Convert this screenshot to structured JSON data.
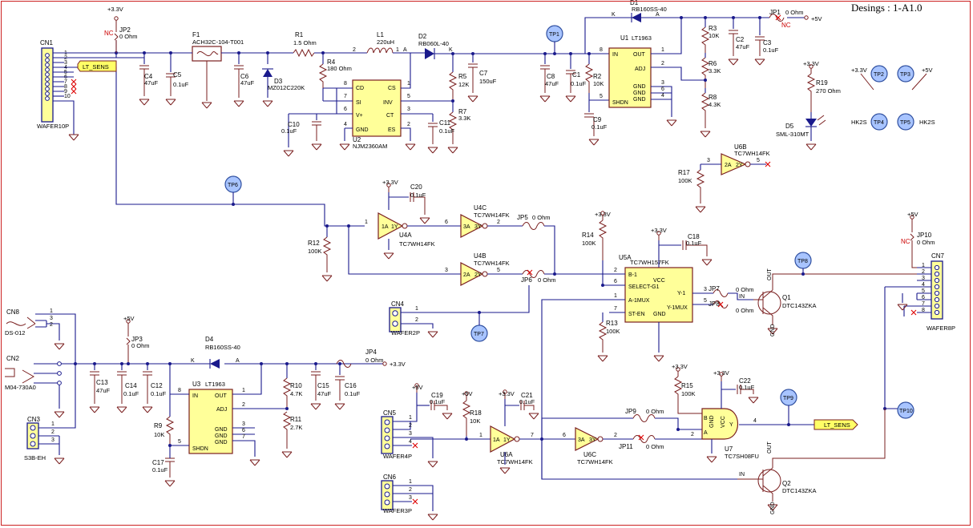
{
  "title": "Desings : 1-A1.0",
  "power": {
    "p33": "+3.3V",
    "p5": "+5V"
  },
  "nc": "NC",
  "net_label": "LT_SENS",
  "components": {
    "CN1": {
      "ref": "CN1",
      "value": "WAFER10P",
      "pins": [
        "1",
        "2",
        "3",
        "4",
        "5",
        "6",
        "7",
        "8",
        "9",
        "10"
      ]
    },
    "JP2": {
      "ref": "JP2",
      "value": "0 Ohm"
    },
    "F1": {
      "ref": "F1",
      "value": "ACH32C-104-T001"
    },
    "C4": {
      "ref": "C4",
      "value": "47uF"
    },
    "C5": {
      "ref": "C5",
      "value": "0.1uF"
    },
    "C6": {
      "ref": "C6",
      "value": "47uF"
    },
    "D3": {
      "ref": "D3",
      "value": "MZ012C220K"
    },
    "R1": {
      "ref": "R1",
      "value": "1.5 Ohm"
    },
    "R4": {
      "ref": "R4",
      "value": "180 Ohm"
    },
    "L1": {
      "ref": "L1",
      "value": "220uH"
    },
    "D2": {
      "ref": "D2",
      "value": "RB060L-40"
    },
    "R5": {
      "ref": "R5",
      "value": "12K"
    },
    "R7": {
      "ref": "R7",
      "value": "3.3K"
    },
    "C7": {
      "ref": "C7",
      "value": "150uF"
    },
    "C10": {
      "ref": "C10",
      "value": "0.1uF"
    },
    "C11": {
      "ref": "C11",
      "value": "0.1uF"
    },
    "U2": {
      "ref": "U2",
      "value": "NJM2360AM",
      "pins": [
        "CD",
        "CS",
        "SI",
        "INV",
        "V+",
        "CT",
        "GND",
        "ES"
      ]
    },
    "TP1": {
      "ref": "TP1"
    },
    "D1": {
      "ref": "D1",
      "value": "RB160SS-40"
    },
    "C8": {
      "ref": "C8",
      "value": "47uF"
    },
    "C1": {
      "ref": "C1",
      "value": "0.1uF"
    },
    "R2": {
      "ref": "R2",
      "value": "10K"
    },
    "C9": {
      "ref": "C9",
      "value": "0.1uF"
    },
    "U1": {
      "ref": "U1",
      "value": "LT1963",
      "pins": [
        "IN",
        "OUT",
        "ADJ",
        "GND",
        "GND",
        "GND",
        "SHDN"
      ]
    },
    "R3": {
      "ref": "R3",
      "value": "10K"
    },
    "R6": {
      "ref": "R6",
      "value": "3.3K"
    },
    "R8": {
      "ref": "R8",
      "value": "4.3K"
    },
    "JP1": {
      "ref": "JP1",
      "value": "0 Ohm"
    },
    "C2": {
      "ref": "C2",
      "value": "47uF"
    },
    "C3": {
      "ref": "C3",
      "value": "0.1uF"
    },
    "R19": {
      "ref": "R19",
      "value": "270 Ohm"
    },
    "D5": {
      "ref": "D5",
      "value": "SML-310MT"
    },
    "TP2": {
      "ref": "TP2"
    },
    "TP3": {
      "ref": "TP3"
    },
    "TP4": {
      "ref": "TP4"
    },
    "TP5": {
      "ref": "TP5"
    },
    "HK2S": "HK2S",
    "U6B": {
      "ref": "U6B",
      "value": "TC7WH14FK",
      "pins": [
        "2A",
        "2Y"
      ]
    },
    "R17": {
      "ref": "R17",
      "value": "100K"
    },
    "TP6": {
      "ref": "TP6"
    },
    "C20": {
      "ref": "C20",
      "value": "0.1uF"
    },
    "U4A": {
      "ref": "U4A",
      "value": "TC7WH14FK",
      "pins": [
        "1A",
        "1Y"
      ]
    },
    "U4C": {
      "ref": "U4C",
      "value": "TC7WH14FK",
      "pins": [
        "3A",
        "3Y"
      ]
    },
    "U4B": {
      "ref": "U4B",
      "value": "TC7WH14FK",
      "pins": [
        "2A",
        "2Y"
      ]
    },
    "JP5": {
      "ref": "JP5",
      "value": "0 Ohm"
    },
    "JP6": {
      "ref": "JP6",
      "value": "0 Ohm"
    },
    "R12": {
      "ref": "R12",
      "value": "100K"
    },
    "R14": {
      "ref": "R14",
      "value": "100K"
    },
    "C18": {
      "ref": "C18",
      "value": "0.1uF"
    },
    "U5A": {
      "ref": "U5A",
      "value": "TC7WH157FK",
      "pins": [
        "B-1",
        "SELECT-G1",
        "A-1MUX",
        "ST-EN",
        "Y-1",
        "Y-1MUX",
        "VCC",
        "GND"
      ]
    },
    "R13": {
      "ref": "R13",
      "value": "100K"
    },
    "JP7": {
      "ref": "JP7",
      "value": "0 Ohm"
    },
    "JP8": {
      "ref": "JP8",
      "value": "0 Ohm"
    },
    "Q1": {
      "ref": "Q1",
      "value": "DTC143ZKA",
      "pins": [
        "IN",
        "OUT",
        "GND"
      ]
    },
    "TP8": {
      "ref": "TP8"
    },
    "JP10": {
      "ref": "JP10",
      "value": "0 Ohm"
    },
    "CN7": {
      "ref": "CN7",
      "value": "WAFER8P",
      "pins": [
        "1",
        "2",
        "3",
        "4",
        "5",
        "6",
        "7",
        "8"
      ]
    },
    "CN4": {
      "ref": "CN4",
      "value": "WAFER2P"
    },
    "TP7": {
      "ref": "TP7"
    },
    "CN8": {
      "ref": "CN8",
      "value": "DS-012"
    },
    "CN2": {
      "ref": "CN2",
      "value": "M04-730A0"
    },
    "CN3": {
      "ref": "CN3",
      "value": "S3B-EH"
    },
    "JP3": {
      "ref": "JP3",
      "value": "0 Ohm"
    },
    "D4": {
      "ref": "D4",
      "value": "RB160SS-40"
    },
    "JP4": {
      "ref": "JP4",
      "value": "0 Ohm"
    },
    "C13": {
      "ref": "C13",
      "value": "47uF"
    },
    "C14": {
      "ref": "C14",
      "value": "0.1uF"
    },
    "C12": {
      "ref": "C12",
      "value": "0.1uF"
    },
    "U3": {
      "ref": "U3",
      "value": "LT1963",
      "pins": [
        "IN",
        "OUT",
        "ADJ",
        "GND",
        "GND",
        "GND",
        "SHDN"
      ]
    },
    "R9": {
      "ref": "R9",
      "value": "10K"
    },
    "C17": {
      "ref": "C17",
      "value": "0.1uF"
    },
    "R10": {
      "ref": "R10",
      "value": "4.7K"
    },
    "R11": {
      "ref": "R11",
      "value": "2.7K"
    },
    "C15": {
      "ref": "C15",
      "value": "47uF"
    },
    "C16": {
      "ref": "C16",
      "value": "0.1uF"
    },
    "CN5": {
      "ref": "CN5",
      "value": "WAFER4P"
    },
    "CN6": {
      "ref": "CN6",
      "value": "WAFER3P"
    },
    "C19": {
      "ref": "C19",
      "value": "0.1uF"
    },
    "R18": {
      "ref": "R18",
      "value": "10K"
    },
    "C21": {
      "ref": "C21",
      "value": "0.1uF"
    },
    "U6A": {
      "ref": "U6A",
      "value": "TC7WH14FK",
      "pins": [
        "1A",
        "1Y"
      ]
    },
    "U6C": {
      "ref": "U6C",
      "value": "TC7WH14FK",
      "pins": [
        "3A",
        "3Y"
      ]
    },
    "JP9": {
      "ref": "JP9",
      "value": "0 Ohm"
    },
    "JP11": {
      "ref": "JP11",
      "value": "0 Ohm"
    },
    "R15": {
      "ref": "R15",
      "value": "100K"
    },
    "C22": {
      "ref": "C22",
      "value": "0.1uF"
    },
    "U7": {
      "ref": "U7",
      "value": "TC7SH08FU",
      "pins": [
        "B",
        "A",
        "Y",
        "GND",
        "VCC"
      ]
    },
    "TP9": {
      "ref": "TP9"
    },
    "TP10": {
      "ref": "TP10"
    },
    "Q2": {
      "ref": "Q2",
      "value": "DTC143ZKA",
      "pins": [
        "IN",
        "OUT",
        "GND"
      ]
    }
  },
  "diode_pins": {
    "k": "K",
    "a": "A"
  },
  "pin_numbers": [
    "1",
    "2",
    "3",
    "4",
    "5",
    "6",
    "7",
    "8"
  ]
}
